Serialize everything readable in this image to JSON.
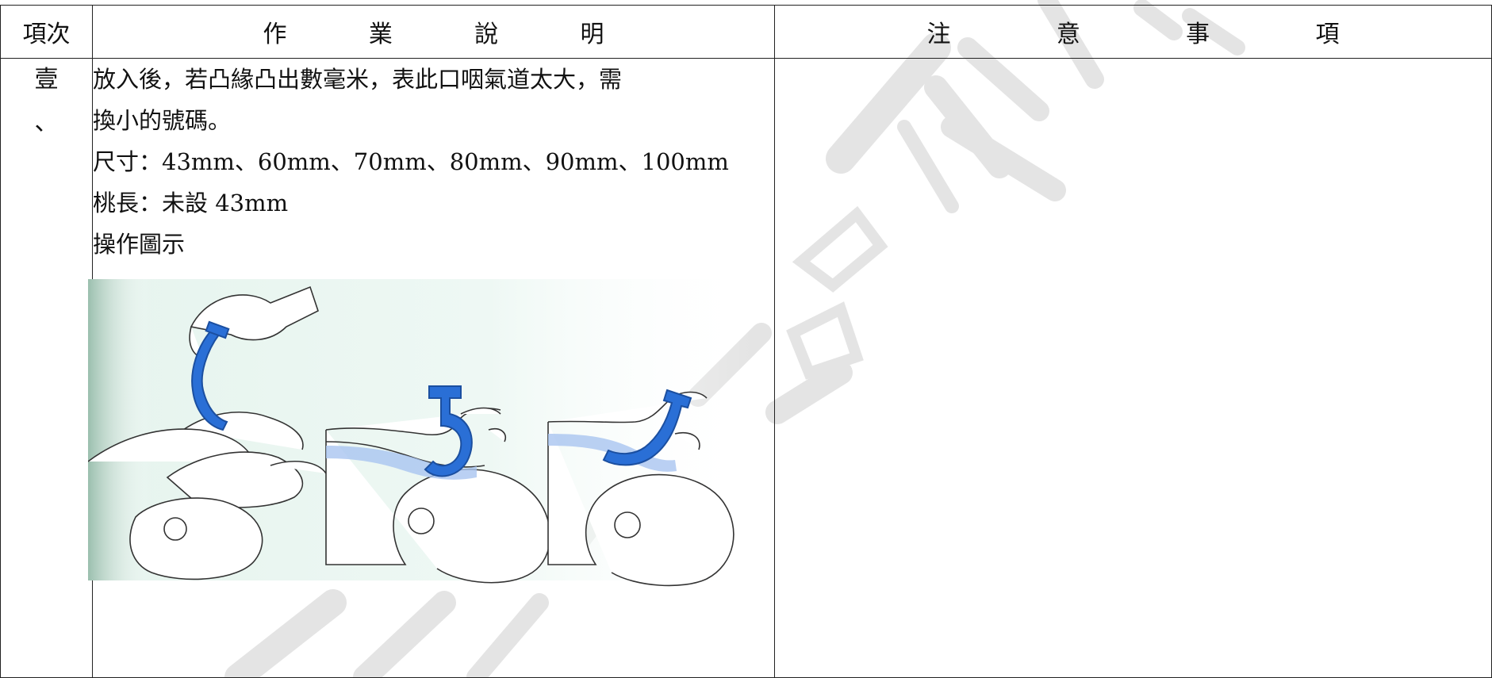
{
  "header": {
    "col_item": "項次",
    "col_desc_chars": [
      "作",
      "業",
      "說",
      "明"
    ],
    "col_note_chars": [
      "注",
      "意",
      "事",
      "項"
    ]
  },
  "row": {
    "item_chars": [
      "壹",
      "、"
    ],
    "lines": [
      "放入後，若凸緣凸出數毫米，表此口咽氣道太大，需",
      "換小的號碼。",
      "尺寸：43mm、60mm、70mm、80mm、90mm、100mm",
      "桃長：未設 43mm",
      "操作圖示"
    ],
    "figure_name": "oropharyngeal-airway-insertion-illustration"
  },
  "colors": {
    "airway_blue": "#2a6fd6",
    "airway_light": "#a9c4f0",
    "background_tint": "#e8f6f1",
    "watermark": "#e3e3e3"
  }
}
